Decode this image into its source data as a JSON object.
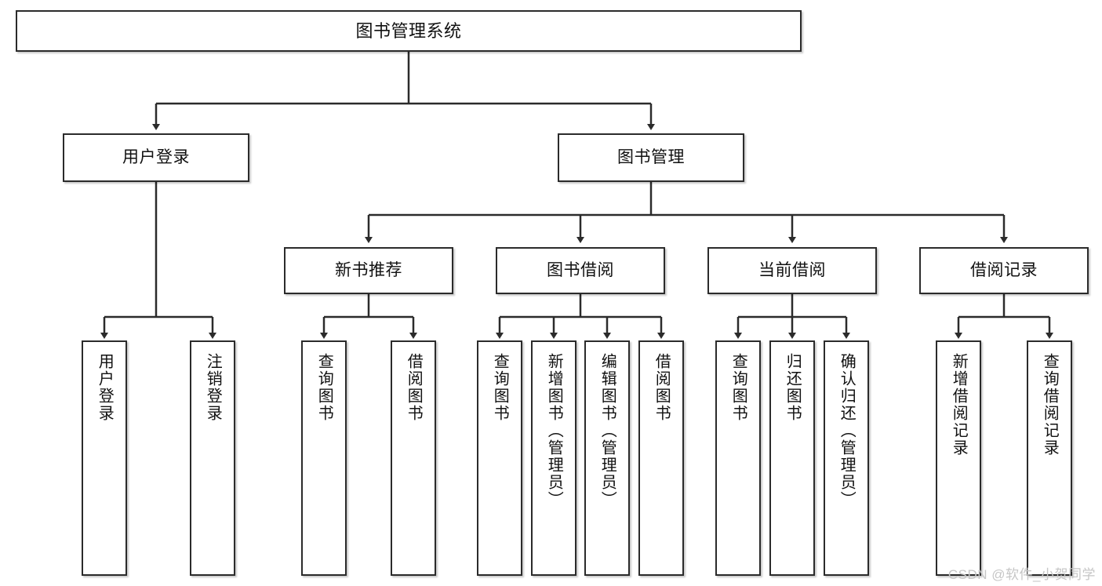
{
  "diagram": {
    "type": "tree",
    "title": "图书管理系统",
    "root": {
      "label": "图书管理系统"
    },
    "level2": [
      {
        "label": "用户登录"
      },
      {
        "label": "图书管理"
      }
    ],
    "level3": [
      {
        "label": "新书推荐"
      },
      {
        "label": "图书借阅"
      },
      {
        "label": "当前借阅"
      },
      {
        "label": "借阅记录"
      }
    ],
    "leaves_user_login": [
      {
        "label": "用户登录"
      },
      {
        "label": "注销登录"
      }
    ],
    "leaves_new_book": [
      {
        "label": "查询图书"
      },
      {
        "label": "借阅图书"
      }
    ],
    "leaves_borrow": [
      {
        "label": "查询图书"
      },
      {
        "label": "新增图书（管理员）"
      },
      {
        "label": "编辑图书（管理员）"
      },
      {
        "label": "借阅图书"
      }
    ],
    "leaves_current": [
      {
        "label": "查询图书"
      },
      {
        "label": "归还图书"
      },
      {
        "label": "确认归还（管理员）"
      }
    ],
    "leaves_records": [
      {
        "label": "新增借阅记录"
      },
      {
        "label": "查询借阅记录"
      }
    ]
  },
  "watermark": {
    "text": "CSDN @软件_小贺同学"
  },
  "colors": {
    "stroke": "#2b2b2b",
    "fill": "#ffffff",
    "text": "#111111",
    "watermark": "#c6c6c6"
  }
}
